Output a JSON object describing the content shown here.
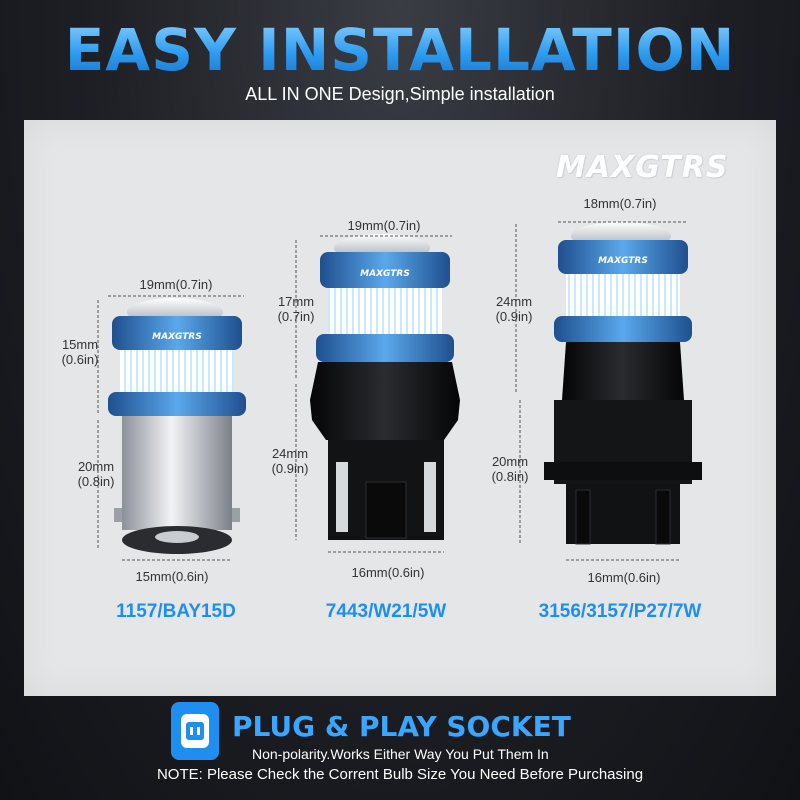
{
  "header": {
    "title": "EASY INSTALLATION",
    "subtitle": "ALL IN ONE Design,Simple installation"
  },
  "brand": {
    "watermark": "MAXGTRS",
    "cap_label": "MAXGTRS"
  },
  "bulbs": [
    {
      "model": "1157/BAY15D",
      "top_width": "19mm(0.7in)",
      "led_height": [
        "15mm",
        "(0.6in)"
      ],
      "base_height": [
        "20mm",
        "(0.8in)"
      ],
      "bottom_width": "15mm(0.6in)"
    },
    {
      "model": "7443/W21/5W",
      "top_width": "19mm(0.7in)",
      "led_height": [
        "17mm",
        "(0.7in)"
      ],
      "base_height": [
        "24mm",
        "(0.9in)"
      ],
      "bottom_width": "16mm(0.6in)"
    },
    {
      "model": "3156/3157/P27/7W",
      "top_width": "18mm(0.7in)",
      "led_height": [
        "24mm",
        "(0.9in)"
      ],
      "base_height": [
        "20mm",
        "(0.8in)"
      ],
      "bottom_width": "16mm(0.6in)"
    }
  ],
  "footer": {
    "title": "PLUG & PLAY SOCKET",
    "subtitle": "Non-polarity.Works Either Way You Put Them In",
    "note": "NOTE: Please Check the Corrent Bulb Size You Need Before Purchasing"
  },
  "colors": {
    "accent": "#1e8ff0",
    "heading": "#2d9cf0",
    "panel": "#e4e6e8",
    "background": "#1d1f24",
    "cap_blue": "#3a7fc8"
  }
}
